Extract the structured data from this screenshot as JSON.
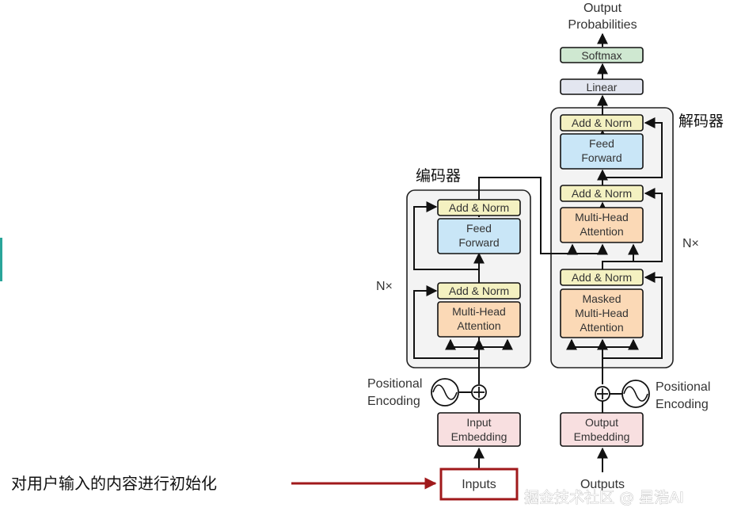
{
  "colors": {
    "add_norm": "#f4f1c1",
    "feed_forward": "#c9e6f7",
    "attention": "#fbd9b6",
    "embedding": "#f8dfe0",
    "linear": "#e3e6f0",
    "softmax": "#cfe8d1",
    "block_bg": "#f3f3f3",
    "highlight": "#a0191b",
    "arrow": "#111111"
  },
  "encoder": {
    "title": "编码器",
    "repeat": "N×",
    "add_norm_top": "Add & Norm",
    "feed_forward": [
      "Feed",
      "Forward"
    ],
    "add_norm_bottom": "Add & Norm",
    "attention": [
      "Multi-Head",
      "Attention"
    ]
  },
  "decoder": {
    "title": "解码器",
    "repeat": "N×",
    "add_norm_top": "Add & Norm",
    "feed_forward": [
      "Feed",
      "Forward"
    ],
    "add_norm_mid": "Add & Norm",
    "cross_attention": [
      "Multi-Head",
      "Attention"
    ],
    "add_norm_bottom": "Add & Norm",
    "masked_attention": [
      "Masked",
      "Multi-Head",
      "Attention"
    ]
  },
  "input_side": {
    "positional": [
      "Positional",
      "Encoding"
    ],
    "embedding": [
      "Input",
      "Embedding"
    ],
    "inputs": "Inputs"
  },
  "output_side": {
    "positional": [
      "Positional",
      "Encoding"
    ],
    "embedding": [
      "Output",
      "Embedding"
    ],
    "outputs": "Outputs"
  },
  "head": {
    "probabilities": [
      "Output",
      "Probabilities"
    ],
    "softmax": "Softmax",
    "linear": "Linear"
  },
  "annotation": "对用户输入的内容进行初始化",
  "watermark": "掘金技术社区 @ 星浩AI"
}
